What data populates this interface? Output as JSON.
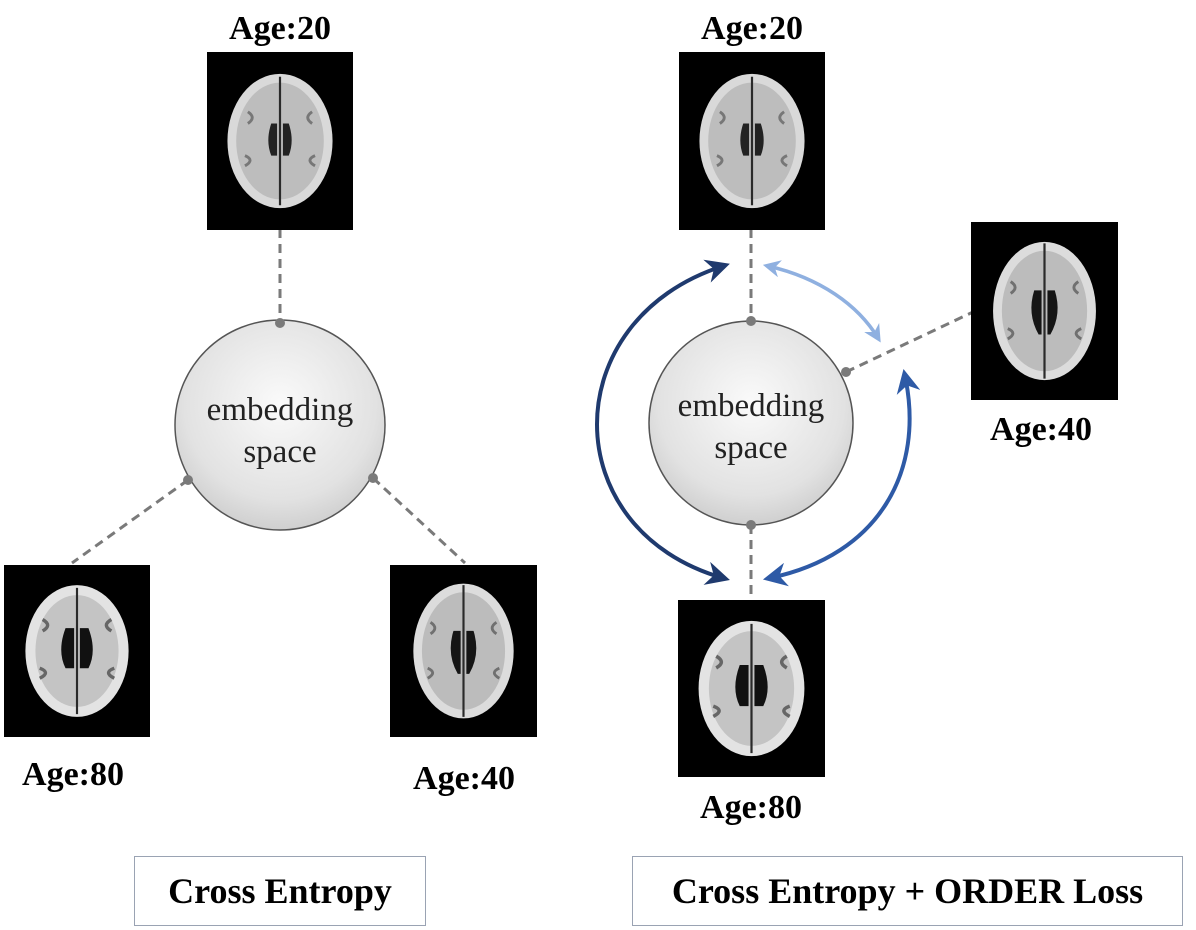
{
  "left_panel": {
    "embedding_label_line1": "embedding",
    "embedding_label_line2": "space",
    "age_top": "Age:20",
    "age_bottom_left": "Age:80",
    "age_bottom_right": "Age:40",
    "caption": "Cross Entropy"
  },
  "right_panel": {
    "embedding_label_line1": "embedding",
    "embedding_label_line2": "space",
    "age_top": "Age:20",
    "age_right": "Age:40",
    "age_bottom": "Age:80",
    "caption": "Cross Entropy + ORDER Loss"
  },
  "colors": {
    "arrow_dark": "#1f3a6e",
    "arrow_mid": "#2e5aa6",
    "arrow_light": "#8fb0e0",
    "dashed_line": "#7a7a7a",
    "dot": "#7a7a7a"
  },
  "icons": {
    "brain_scan": "axial-brain-mri"
  }
}
